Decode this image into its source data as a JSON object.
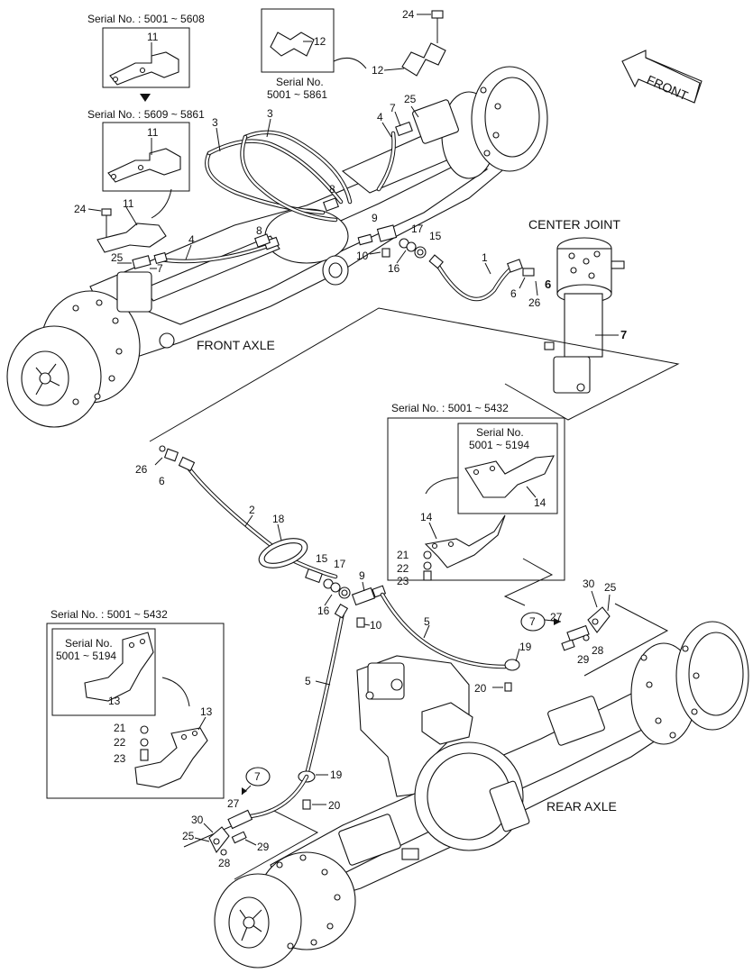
{
  "front_arrow": {
    "label": "FRONT"
  },
  "captions": {
    "center_joint": "CENTER JOINT",
    "front_axle": "FRONT AXLE",
    "rear_axle": "REAR AXLE"
  },
  "serial_notes": {
    "top_left_a": "Serial No. : 5001 ~ 5608",
    "top_left_b": "Serial No. : 5609 ~ 5861",
    "top_center_line1": "Serial No.",
    "top_center_line2": "5001 ~ 5861",
    "mid_right": "Serial No. : 5001 ~ 5432",
    "mid_right_inner_line1": "Serial No.",
    "mid_right_inner_line2": "5001 ~ 5194",
    "lower_left": "Serial No. : 5001 ~ 5432",
    "lower_left_inner_line1": "Serial No.",
    "lower_left_inner_line2": "5001 ~ 5194"
  },
  "part_numbers": {
    "p1": "1",
    "p2": "2",
    "p3": "3",
    "p4": "4",
    "p5": "5",
    "p6": "6",
    "p7": "7",
    "p8": "8",
    "p9": "9",
    "p10": "10",
    "p11": "11",
    "p12": "12",
    "p13": "13",
    "p14": "14",
    "p15": "15",
    "p16": "16",
    "p17": "17",
    "p18": "18",
    "p19": "19",
    "p20": "20",
    "p21": "21",
    "p22": "22",
    "p23": "23",
    "p24": "24",
    "p25": "25",
    "p26": "26",
    "p27": "27",
    "p28": "28",
    "p29": "29",
    "p30": "30"
  }
}
